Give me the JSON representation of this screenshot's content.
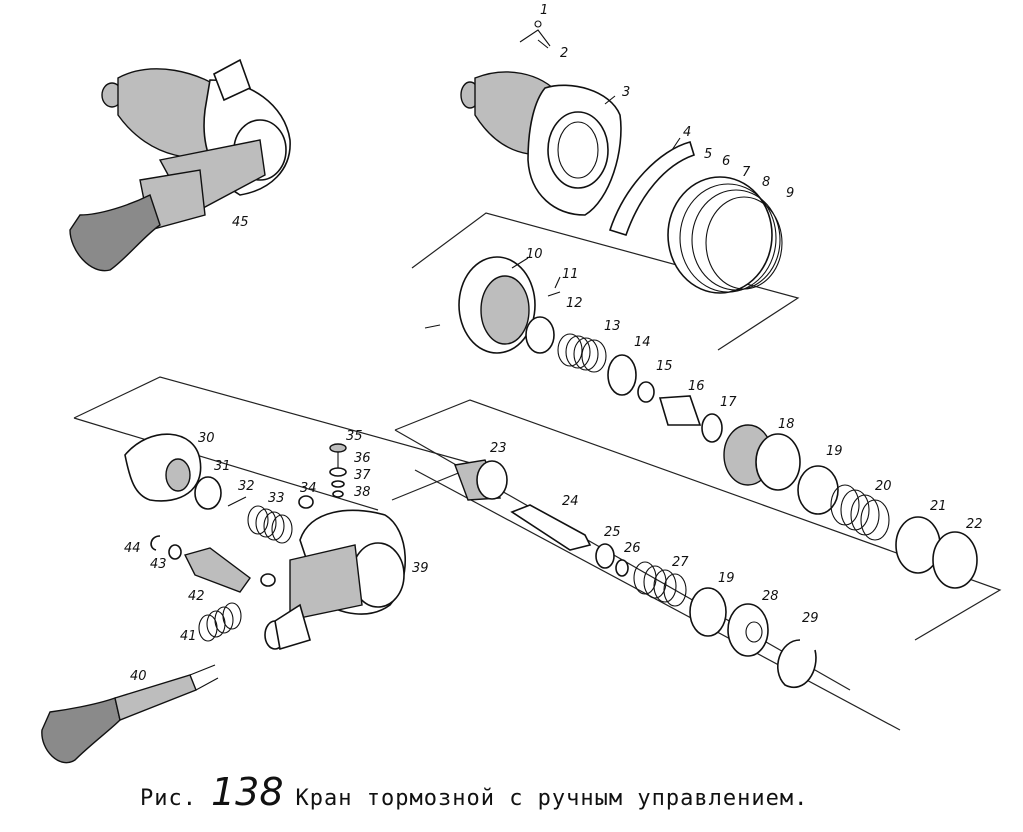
{
  "figure": {
    "caption_prefix": "Рис.",
    "caption_number": "138",
    "caption_text": "Кран тормозной с ручным управлением."
  },
  "part_labels": [
    "1",
    "2",
    "3",
    "4",
    "5",
    "6",
    "7",
    "8",
    "9",
    "10",
    "11",
    "12",
    "13",
    "14",
    "15",
    "16",
    "17",
    "18",
    "19",
    "20",
    "21",
    "22",
    "23",
    "24",
    "25",
    "26",
    "27",
    "19",
    "28",
    "29",
    "30",
    "31",
    "32",
    "33",
    "34",
    "35",
    "36",
    "37",
    "38",
    "39",
    "40",
    "41",
    "42",
    "43",
    "44",
    "45"
  ]
}
